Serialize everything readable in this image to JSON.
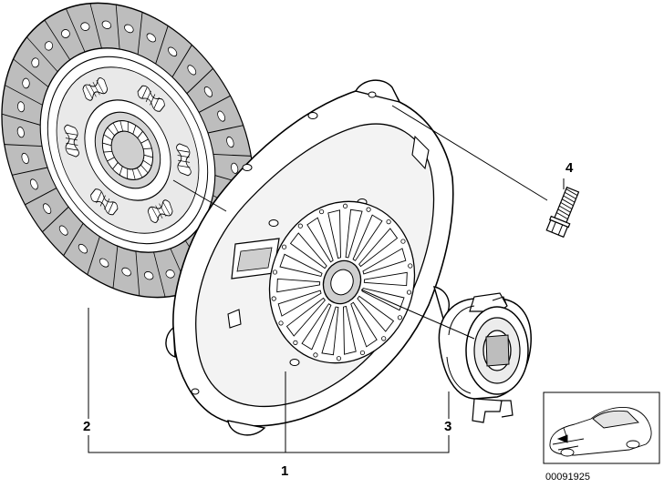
{
  "callouts": {
    "kit": "1",
    "disc": "2",
    "bearing": "3",
    "bolt": "4"
  },
  "drawing_number": "00091925",
  "icons": {
    "clutch_disc": "clutch-disc-icon",
    "pressure_plate": "pressure-plate-icon",
    "release_bearing": "release-bearing-icon",
    "bolt": "hex-bolt-icon",
    "vehicle": "car-silhouette-icon"
  },
  "colors": {
    "line": "#000000",
    "fill": "#ffffff",
    "shade": "#cfcfcf",
    "lining": "#bdbdbd"
  }
}
